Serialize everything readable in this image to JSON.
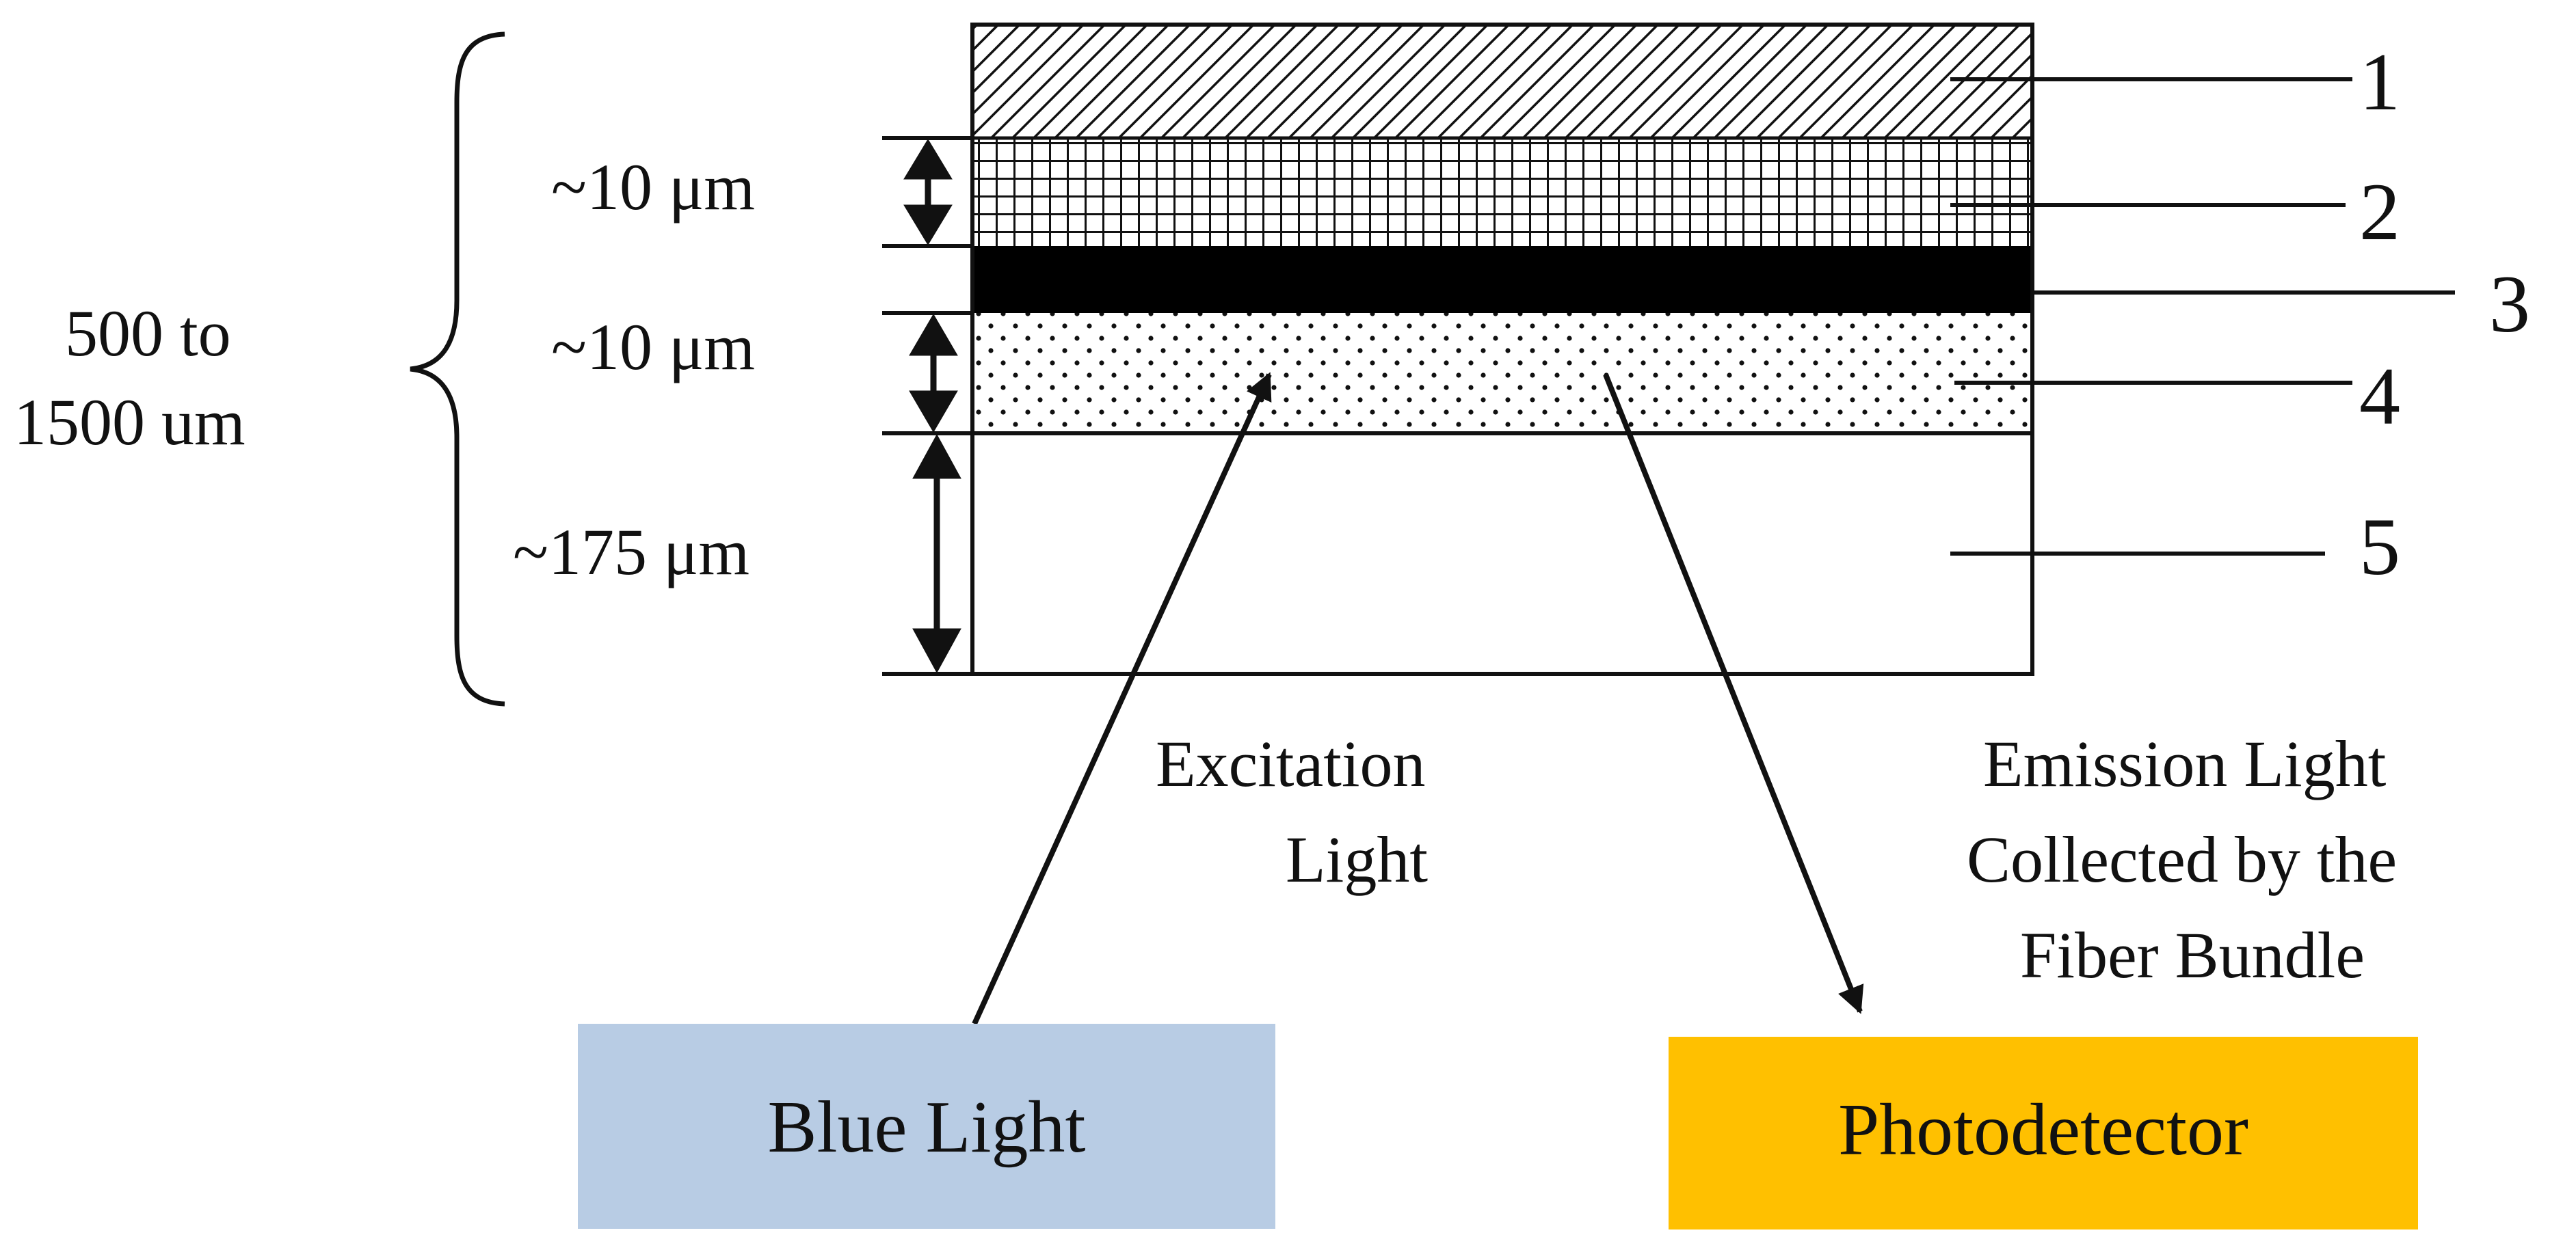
{
  "layers": [
    {
      "number": "1",
      "pattern": "diagonal-hatch"
    },
    {
      "number": "2",
      "pattern": "grid"
    },
    {
      "number": "3",
      "pattern": "solid-black"
    },
    {
      "number": "4",
      "pattern": "dots"
    },
    {
      "number": "5",
      "pattern": "blank"
    }
  ],
  "dimensions": {
    "layer2": "~10 μm",
    "layer4": "~10 μm",
    "layer5": "~175 μm"
  },
  "total_thickness": {
    "line1": "500 to",
    "line2": "1500 um"
  },
  "excitation": {
    "line1": "Excitation",
    "line2": "Light"
  },
  "emission": {
    "line1": "Emission Light",
    "line2": "Collected by the",
    "line3": "Fiber Bundle"
  },
  "source_box": {
    "label": "Blue Light",
    "color": "#b8cce4"
  },
  "detector_box": {
    "label": "Photodetector",
    "color": "#ffc000"
  }
}
